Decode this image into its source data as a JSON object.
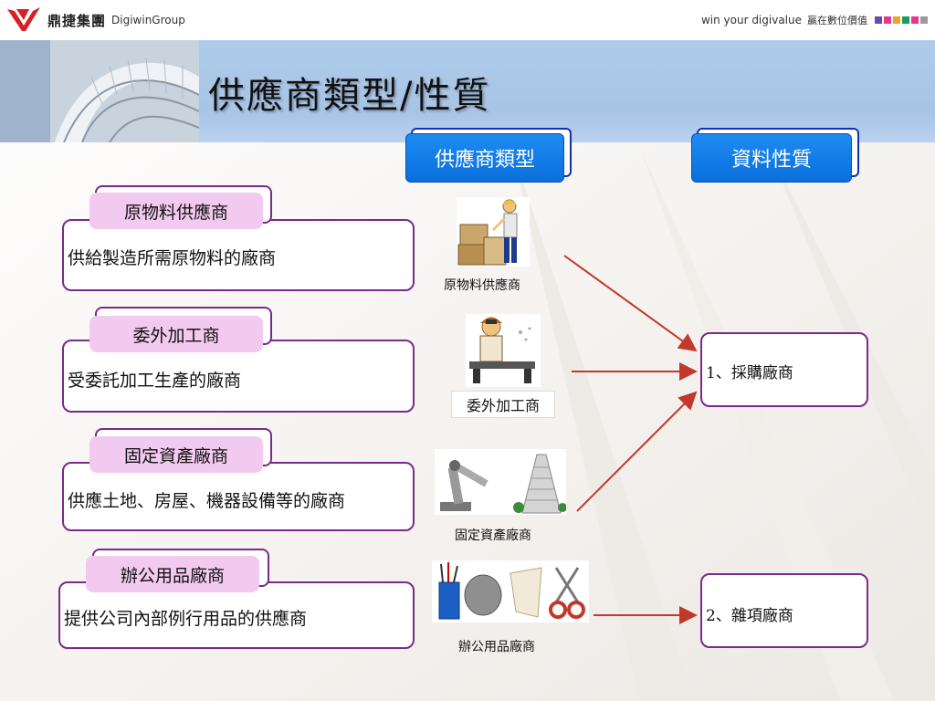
{
  "header": {
    "logo_zh": "鼎捷集團",
    "logo_en": "DigiwinGroup",
    "slogan_en": "win your digivalue",
    "slogan_zh": "贏在數位價值",
    "slogan_colors": [
      "#6d4aa8",
      "#e5398d",
      "#f0a22a",
      "#1a9c5b",
      "#e5398d",
      "#9a9a9a"
    ]
  },
  "title": "供應商類型/性質",
  "columns": {
    "type_header": "供應商類型",
    "nature_header": "資料性質"
  },
  "categories": [
    {
      "tab": "原物料供應商",
      "desc": "供給製造所需原物料的廠商",
      "image_label": "原物料供應商"
    },
    {
      "tab": "委外加工商",
      "desc": "受委託加工生產的廠商",
      "image_label": "委外加工商"
    },
    {
      "tab": "固定資產廠商",
      "desc": "供應土地、房屋、機器設備等的廠商",
      "image_label": "固定資產廠商"
    },
    {
      "tab": "辦公用品廠商",
      "desc": "提供公司內部例行用品的供應商",
      "image_label": "辦公用品廠商"
    }
  ],
  "results": [
    {
      "label": "1、採購廠商"
    },
    {
      "label": "2、雜項廠商"
    }
  ],
  "colors": {
    "accent_blue": "#0a6fdc",
    "box_border": "#7a2a8a",
    "tab_fill": "#f2c9ef",
    "arrow": "#c0392b"
  }
}
